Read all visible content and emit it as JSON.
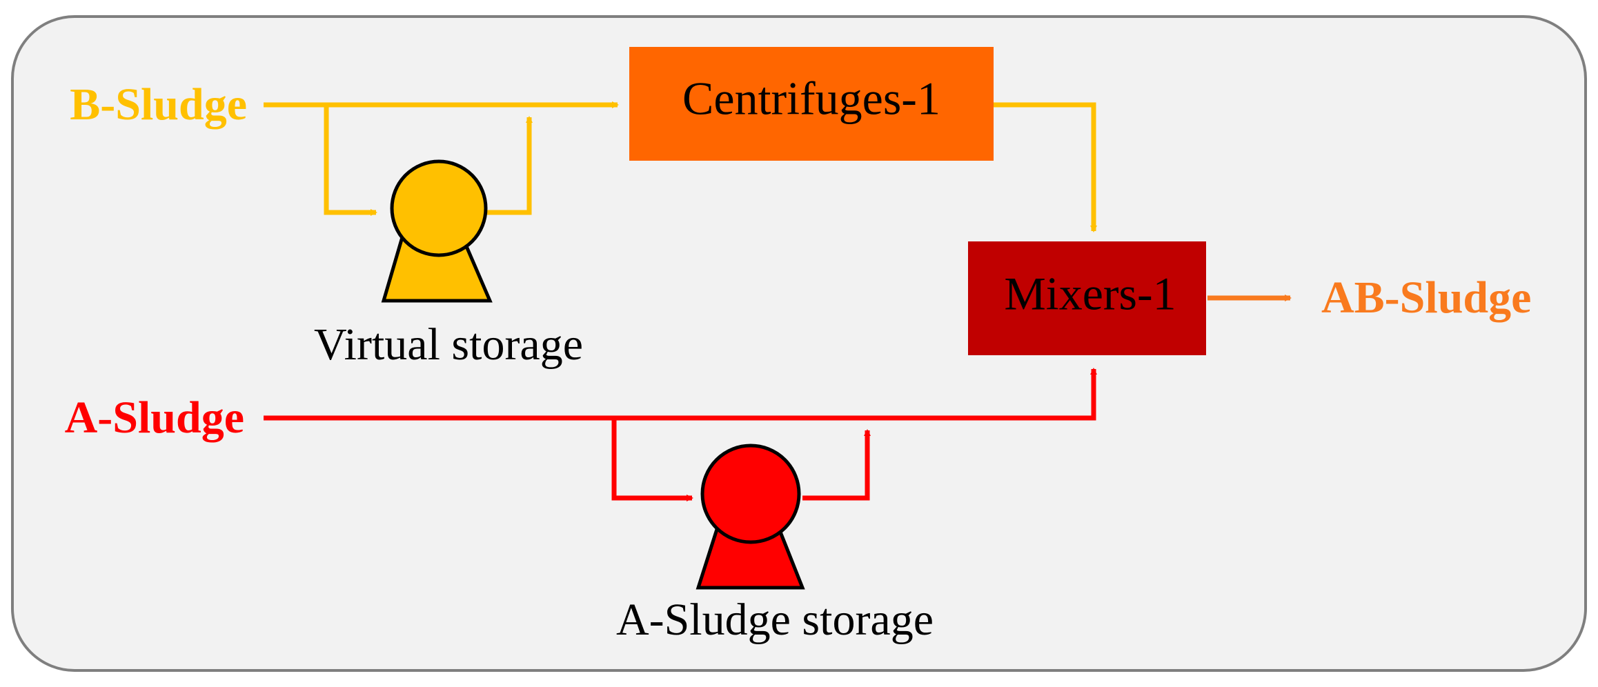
{
  "colors": {
    "b_sludge": "#FFC000",
    "a_sludge": "#FF0000",
    "ab_sludge": "#F97A1E",
    "centrifuge_fill": "#FF6600",
    "mixer_fill": "#C00000",
    "panel_fill": "#F2F2F2",
    "panel_stroke": "#7F7F7F"
  },
  "inputs": {
    "b_sludge": "B-Sludge",
    "a_sludge": "A-Sludge"
  },
  "output": {
    "ab_sludge": "AB-Sludge"
  },
  "units": {
    "centrifuge": "Centrifuges-1",
    "mixer": "Mixers-1"
  },
  "storages": {
    "virtual": "Virtual storage",
    "a_sludge": "A-Sludge storage"
  }
}
